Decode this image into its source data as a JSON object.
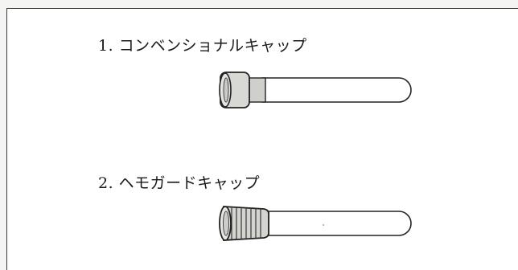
{
  "items": [
    {
      "label": "1. コンベンショナルキャップ",
      "cap_type": "conventional"
    },
    {
      "label": "2. ヘモガードキャップ",
      "cap_type": "hemogard"
    }
  ],
  "colors": {
    "outline": "#222222",
    "cap_fill": "#cfcfcc",
    "tube_fill": "#ffffff",
    "background": "#ffffff"
  }
}
